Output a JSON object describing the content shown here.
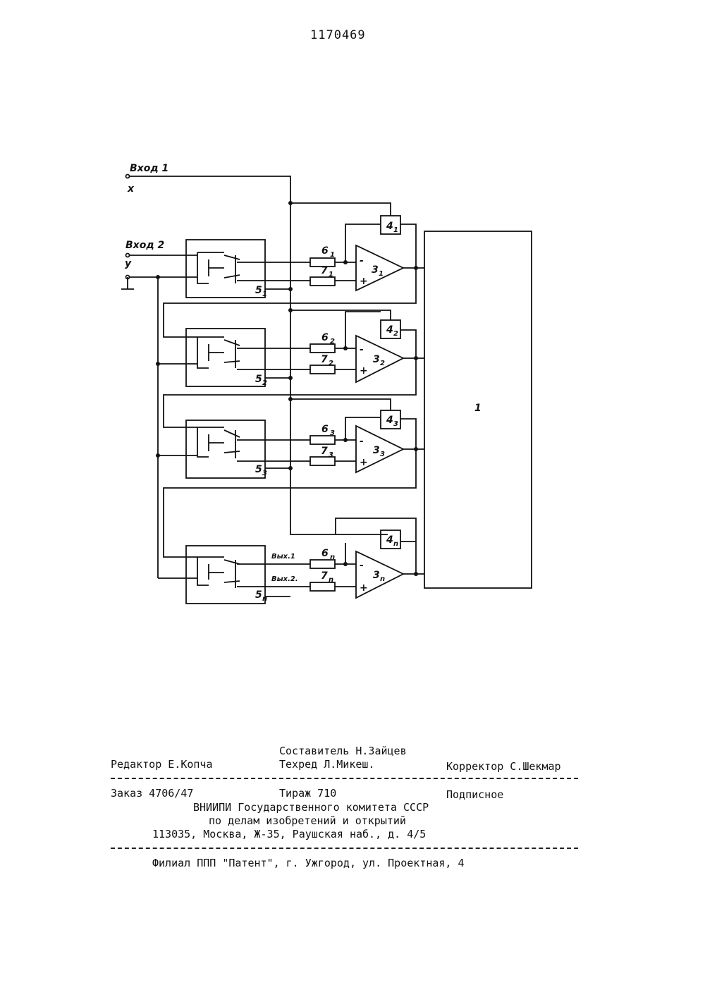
{
  "header": {
    "patent_number": "1170469"
  },
  "diagram": {
    "inputs": {
      "input1": "Вход 1",
      "input1_var": "x",
      "input2": "Вход 2",
      "input2_var": "y"
    },
    "block_main": "1",
    "stages": [
      {
        "amp": "3",
        "fb": "4",
        "r1": "6",
        "r2": "7",
        "sw": "5",
        "sub": "1"
      },
      {
        "amp": "3",
        "fb": "4",
        "r1": "6",
        "r2": "7",
        "sw": "5",
        "sub": "2"
      },
      {
        "amp": "3",
        "fb": "4",
        "r1": "6",
        "r2": "7",
        "sw": "5",
        "sub": "3"
      },
      {
        "amp": "3",
        "fb": "4",
        "r1": "6",
        "r2": "7",
        "sw": "5",
        "sub": "n"
      }
    ],
    "out1": "Вых.1",
    "out2": "Вых.2.",
    "minus": "-",
    "plus": "+"
  },
  "footer": {
    "compiler": "Составитель Н.Зайцев",
    "editor": "Редактор Е.Копча",
    "techred": "Техред Л.Микеш.",
    "corrector": "Корректор С.Шекмар",
    "order": "Заказ 4706/47",
    "circulation": "Тираж 710",
    "subscription": "Подписное",
    "org1": "ВНИИПИ Государственного комитета СССР",
    "org2": "по делам изобретений и открытий",
    "address": "113035, Москва, Ж-35, Раушская наб., д. 4/5",
    "branch": "Филиал ППП \"Патент\", г. Ужгород, ул. Проектная, 4"
  }
}
